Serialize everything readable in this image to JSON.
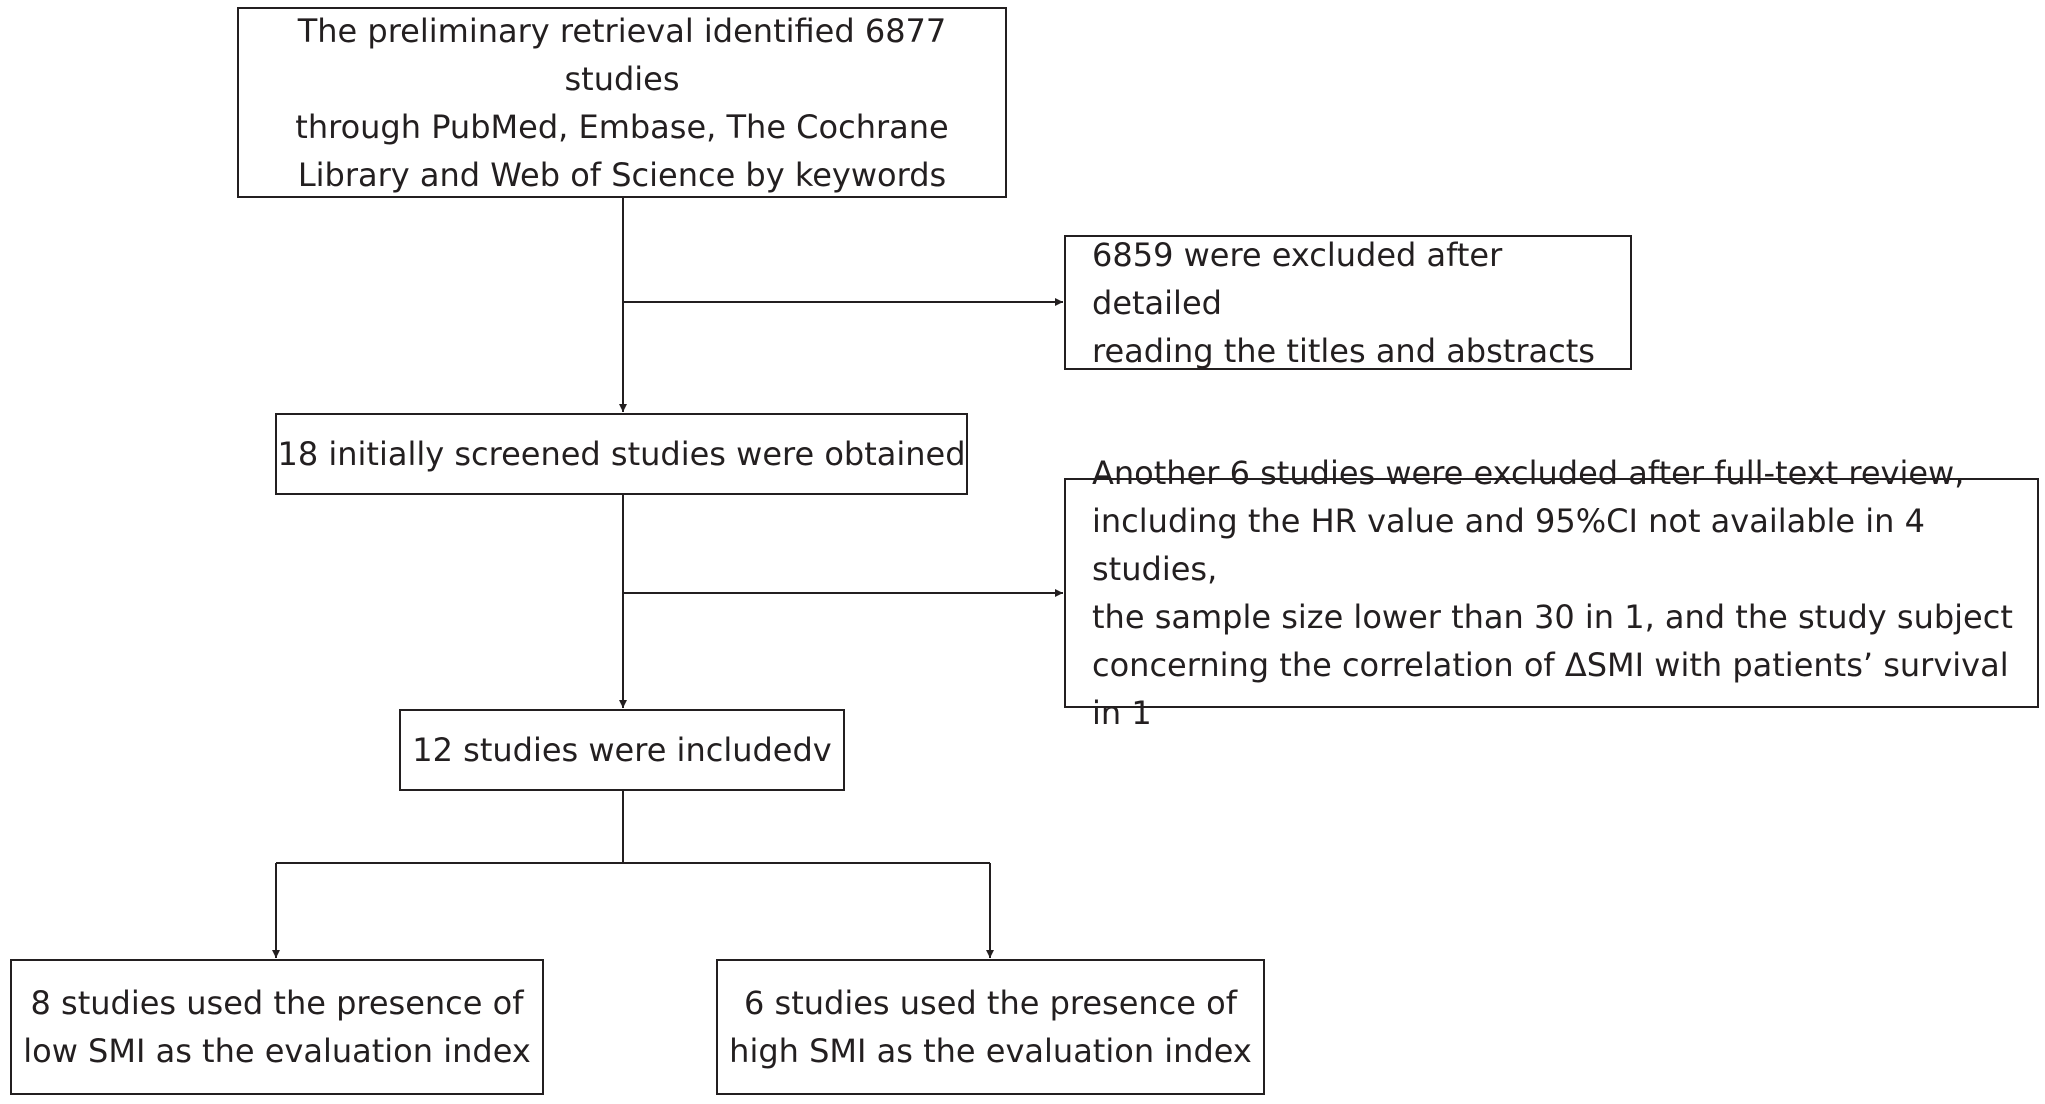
{
  "flowchart": {
    "retrieval": "The preliminary retrieval identified 6877 studies\nthrough PubMed, Embase, The Cochrane\nLibrary and Web of Science by keywords",
    "excluded_titles": "6859 were excluded after detailed\nreading the titles and abstracts",
    "screened": "18 initially screened studies were obtained",
    "excluded_fulltext": "Another 6 studies were excluded after full-text review,\nincluding the HR value and 95%CI not available in 4 studies,\nthe sample size lower than 30 in 1, and the study subject\nconcerning the correlation of ΔSMI with patients’ survival in 1",
    "included": "12 studies were includedv",
    "low_smi": "8 studies used the presence of\nlow SMI as the evaluation index",
    "high_smi": "6 studies used the presence of\nhigh SMI as the evaluation index"
  },
  "colors": {
    "stroke": "#231f20",
    "background": "#ffffff"
  }
}
